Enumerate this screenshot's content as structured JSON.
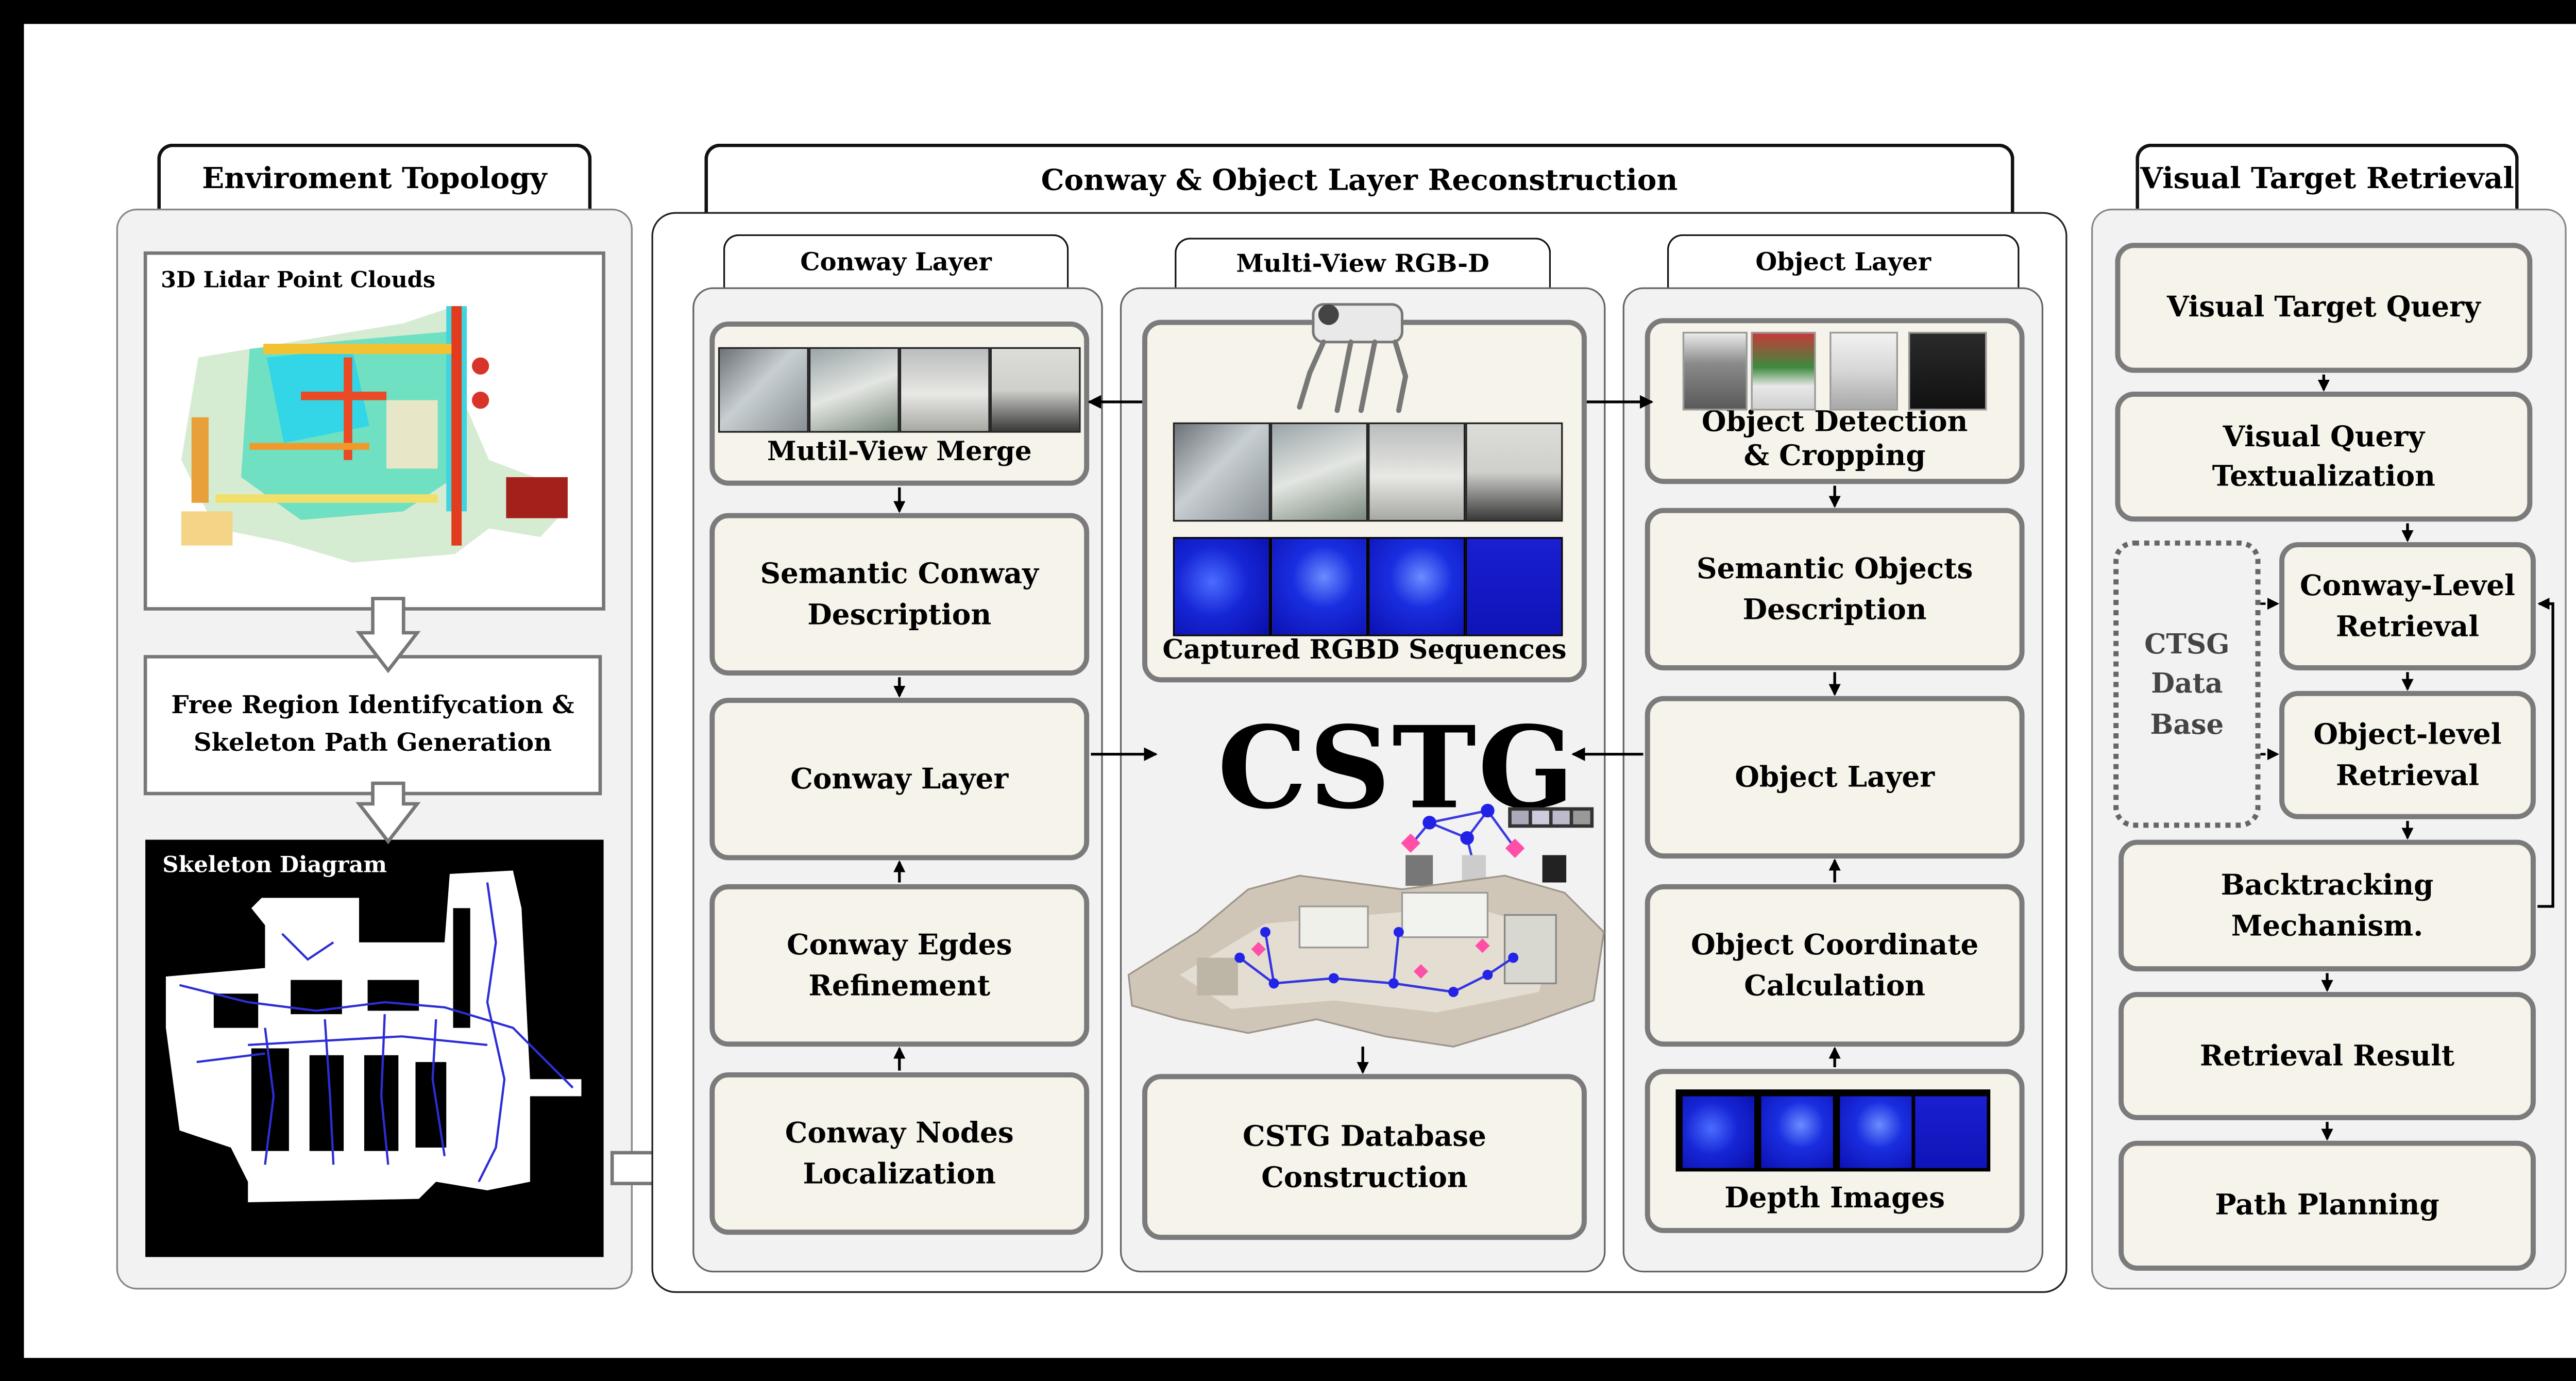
{
  "sections": {
    "env": {
      "title": "Enviroment Topology",
      "lidar_label": "3D Lidar Point Clouds",
      "free_region_text": "Free Region Identifycation &\nSkeleton Path Generation",
      "skeleton_label": "Skeleton Diagram"
    },
    "recon": {
      "title": "Conway & Object Layer Reconstruction",
      "conway_col": {
        "title": "Conway Layer",
        "boxes": [
          "Mutil-View Merge",
          "Semantic Conway\nDescription",
          "Conway Layer",
          "Conway Egdes\nRefinement",
          "Conway Nodes\nLocalization"
        ]
      },
      "middle_col": {
        "title": "Multi-View RGB-D",
        "captured_label": "Captured RGBD Sequences",
        "cstg_title": "CSTG",
        "db_construction": "CSTG Database Construction"
      },
      "object_col": {
        "title": "Object Layer",
        "boxes": [
          "Object Detection\n& Cropping",
          "Semantic Objects\nDescription",
          "Object Layer",
          "Object Coordinate\nCalculation",
          "Depth Images"
        ]
      }
    },
    "retrieval": {
      "title": "Visual Target Retrieval",
      "query": "Visual Target Query",
      "textualization": "Visual Query Textualization",
      "ctsg_db": "CTSG\nData\nBase",
      "conway_retrieval": "Conway-Level\nRetrieval",
      "object_retrieval": "Object-level\nRetrieval",
      "backtracking": "Backtracking Mechanism.",
      "result": "Retrieval Result",
      "path_planning": "Path Planning"
    }
  },
  "colors": {
    "box_fill": "#f5f3ea",
    "box_border": "#7b7b7b",
    "panel_fill": "#f2f2f2",
    "graph_node": "#2222e6",
    "object_marker": "#ff4fa8",
    "depth_blue": "#1626d6"
  }
}
